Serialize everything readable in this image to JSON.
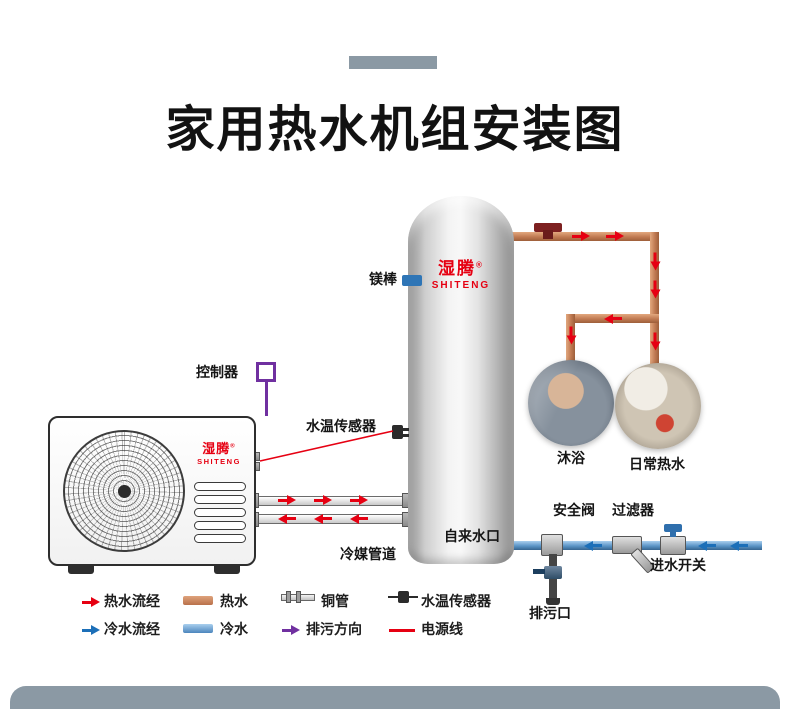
{
  "header": {
    "title": "家用热水机组安装图"
  },
  "brand": {
    "name": "湿腾",
    "reg": "®",
    "latin": "SHITENG"
  },
  "diagram": {
    "magnesium_rod": "镁棒",
    "controller": "控制器",
    "water_temp_sensor": "水温传感器",
    "refrigerant_pipe": "冷媒管道",
    "tap_water_inlet": "自来水口",
    "safety_valve": "安全阀",
    "filter": "过滤器",
    "inlet_switch": "进水开关",
    "drain_outlet": "排污口",
    "shower": "沐浴",
    "daily_hot_water": "日常热水"
  },
  "legend": {
    "items": [
      {
        "label": "热水流经",
        "icon": "hot-flow-arrow-icon"
      },
      {
        "label": "热水",
        "icon": "hot-water-pipe-swatch"
      },
      {
        "label": "铜管",
        "icon": "copper-pipe-icon"
      },
      {
        "label": "水温传感器",
        "icon": "water-temp-sensor-icon"
      },
      {
        "label": "冷水流经",
        "icon": "cold-flow-arrow-icon"
      },
      {
        "label": "冷水",
        "icon": "cold-water-pipe-swatch"
      },
      {
        "label": "排污方向",
        "icon": "drain-direction-arrow-icon"
      },
      {
        "label": "电源线",
        "icon": "power-line-icon"
      }
    ]
  },
  "colors": {
    "hot": "#e60012",
    "cold": "#1c6fb8",
    "drain": "#7030a0",
    "brand": "#e60012",
    "accent": "#8b99a4"
  }
}
